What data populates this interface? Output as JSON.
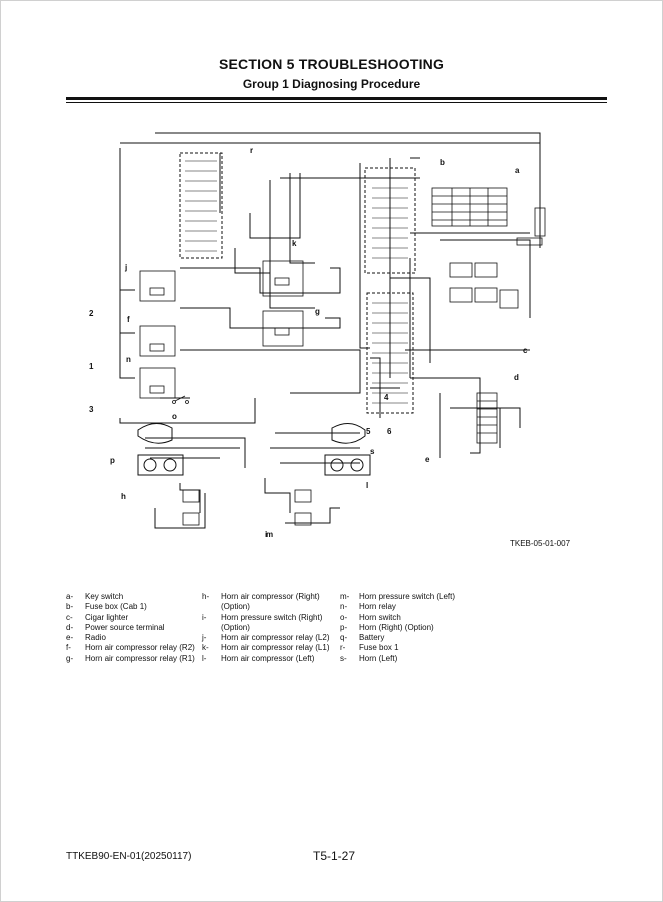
{
  "header": {
    "section_title": "SECTION 5 TROUBLESHOOTING",
    "group_title": "Group 1 Diagnosing Procedure"
  },
  "figure": {
    "id": "TKEB-05-01-007",
    "callouts": [
      "r",
      "b",
      "a",
      "k",
      "j",
      "2",
      "g",
      "f",
      "n",
      "1",
      "c",
      "d",
      "3",
      "4",
      "o",
      "5",
      "6",
      "p",
      "s",
      "e",
      "h",
      "l",
      "i",
      "m"
    ]
  },
  "legend": {
    "col1": [
      {
        "key": "a-",
        "text": "Key switch"
      },
      {
        "key": "b-",
        "text": "Fuse box (Cab 1)"
      },
      {
        "key": "c-",
        "text": "Cigar lighter"
      },
      {
        "key": "d-",
        "text": "Power source terminal"
      },
      {
        "key": "e-",
        "text": "Radio"
      },
      {
        "key": "f-",
        "text": "Horn air compressor relay (R2)"
      },
      {
        "key": "g-",
        "text": "Horn air compressor relay (R1)"
      }
    ],
    "col2": [
      {
        "key": "h-",
        "text": "Horn air compressor (Right)",
        "text2": "(Option)"
      },
      {
        "key": "i-",
        "text": "Horn pressure switch (Right)",
        "text2": "(Option)"
      },
      {
        "key": "j-",
        "text": "Horn air compressor relay (L2)"
      },
      {
        "key": "k-",
        "text": "Horn air compressor relay (L1)"
      },
      {
        "key": "l-",
        "text": "Horn air compressor (Left)"
      }
    ],
    "col3": [
      {
        "key": "m-",
        "text": "Horn pressure switch (Left)"
      },
      {
        "key": "n-",
        "text": "Horn relay"
      },
      {
        "key": "o-",
        "text": "Horn switch"
      },
      {
        "key": "p-",
        "text": "Horn (Right) (Option)"
      },
      {
        "key": "q-",
        "text": "Battery"
      },
      {
        "key": "r-",
        "text": "Fuse box 1"
      },
      {
        "key": "s-",
        "text": "Horn (Left)"
      }
    ]
  },
  "footer": {
    "doc_code": "TTKEB90-EN-01(20250117)",
    "page_number": "T5-1-27"
  }
}
